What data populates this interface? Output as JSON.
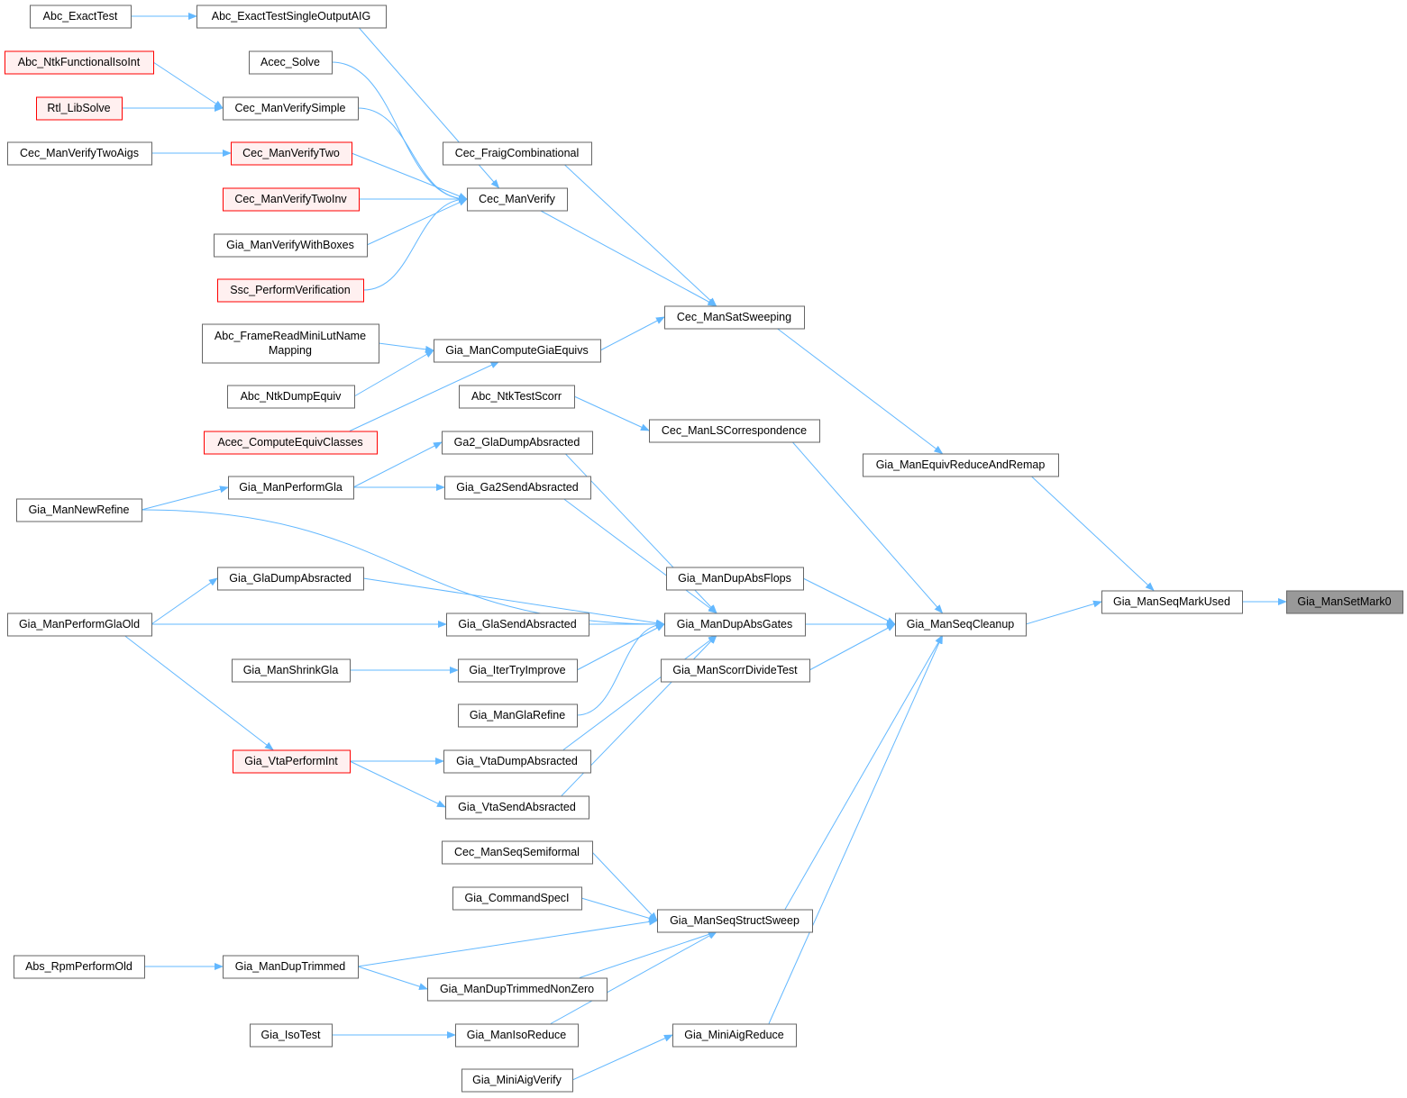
{
  "graph": {
    "title": "Gia_ManSetMark0 caller graph",
    "colors": {
      "edge": "#63b8ff",
      "node_border": "#666666",
      "truncated_border": "#ff0000",
      "truncated_fill": "#fff0f0",
      "focus_fill": "#999999"
    },
    "nodes": [
      {
        "id": "Abc_ExactTest",
        "lines": [
          "Abc_ExactTest"
        ],
        "style": "normal"
      },
      {
        "id": "Abc_ExactTestSingleOutputAIG",
        "lines": [
          "Abc_ExactTestSingleOutputAIG"
        ],
        "style": "normal"
      },
      {
        "id": "Abc_NtkFunctionalIsoInt",
        "lines": [
          "Abc_NtkFunctionalIsoInt"
        ],
        "style": "red"
      },
      {
        "id": "Acec_Solve",
        "lines": [
          "Acec_Solve"
        ],
        "style": "normal"
      },
      {
        "id": "Rtl_LibSolve",
        "lines": [
          "Rtl_LibSolve"
        ],
        "style": "red"
      },
      {
        "id": "Cec_ManVerifySimple",
        "lines": [
          "Cec_ManVerifySimple"
        ],
        "style": "normal"
      },
      {
        "id": "Cec_ManVerifyTwoAigs",
        "lines": [
          "Cec_ManVerifyTwoAigs"
        ],
        "style": "normal"
      },
      {
        "id": "Cec_ManVerifyTwo",
        "lines": [
          "Cec_ManVerifyTwo"
        ],
        "style": "red"
      },
      {
        "id": "Cec_FraigCombinational",
        "lines": [
          "Cec_FraigCombinational"
        ],
        "style": "normal"
      },
      {
        "id": "Cec_ManVerifyTwoInv",
        "lines": [
          "Cec_ManVerifyTwoInv"
        ],
        "style": "red"
      },
      {
        "id": "Cec_ManVerify",
        "lines": [
          "Cec_ManVerify"
        ],
        "style": "normal"
      },
      {
        "id": "Gia_ManVerifyWithBoxes",
        "lines": [
          "Gia_ManVerifyWithBoxes"
        ],
        "style": "normal"
      },
      {
        "id": "Ssc_PerformVerification",
        "lines": [
          "Ssc_PerformVerification"
        ],
        "style": "red"
      },
      {
        "id": "Cec_ManSatSweeping",
        "lines": [
          "Cec_ManSatSweeping"
        ],
        "style": "normal"
      },
      {
        "id": "Abc_FrameReadMiniLutNameMapping",
        "lines": [
          "Abc_FrameReadMiniLutName",
          "Mapping"
        ],
        "style": "normal"
      },
      {
        "id": "Gia_ManComputeGiaEquivs",
        "lines": [
          "Gia_ManComputeGiaEquivs"
        ],
        "style": "normal"
      },
      {
        "id": "Abc_NtkDumpEquiv",
        "lines": [
          "Abc_NtkDumpEquiv"
        ],
        "style": "normal"
      },
      {
        "id": "Abc_NtkTestScorr",
        "lines": [
          "Abc_NtkTestScorr"
        ],
        "style": "normal"
      },
      {
        "id": "Acec_ComputeEquivClasses",
        "lines": [
          "Acec_ComputeEquivClasses"
        ],
        "style": "red"
      },
      {
        "id": "Cec_ManLSCorrespondence",
        "lines": [
          "Cec_ManLSCorrespondence"
        ],
        "style": "normal"
      },
      {
        "id": "Ga2_GlaDumpAbsracted",
        "lines": [
          "Ga2_GlaDumpAbsracted"
        ],
        "style": "normal"
      },
      {
        "id": "Gia_ManEquivReduceAndRemap",
        "lines": [
          "Gia_ManEquivReduceAndRemap"
        ],
        "style": "normal"
      },
      {
        "id": "Gia_ManPerformGla",
        "lines": [
          "Gia_ManPerformGla"
        ],
        "style": "normal"
      },
      {
        "id": "Gia_Ga2SendAbsracted",
        "lines": [
          "Gia_Ga2SendAbsracted"
        ],
        "style": "normal"
      },
      {
        "id": "Gia_ManNewRefine",
        "lines": [
          "Gia_ManNewRefine"
        ],
        "style": "normal"
      },
      {
        "id": "Gia_ManDupAbsFlops",
        "lines": [
          "Gia_ManDupAbsFlops"
        ],
        "style": "normal"
      },
      {
        "id": "Gia_GlaDumpAbsracted",
        "lines": [
          "Gia_GlaDumpAbsracted"
        ],
        "style": "normal"
      },
      {
        "id": "Gia_ManSeqMarkUsed",
        "lines": [
          "Gia_ManSeqMarkUsed"
        ],
        "style": "normal"
      },
      {
        "id": "Gia_ManSetMark0",
        "lines": [
          "Gia_ManSetMark0"
        ],
        "style": "focus"
      },
      {
        "id": "Gia_ManPerformGlaOld",
        "lines": [
          "Gia_ManPerformGlaOld"
        ],
        "style": "normal"
      },
      {
        "id": "Gia_GlaSendAbsracted",
        "lines": [
          "Gia_GlaSendAbsracted"
        ],
        "style": "normal"
      },
      {
        "id": "Gia_ManDupAbsGates",
        "lines": [
          "Gia_ManDupAbsGates"
        ],
        "style": "normal"
      },
      {
        "id": "Gia_ManSeqCleanup",
        "lines": [
          "Gia_ManSeqCleanup"
        ],
        "style": "normal"
      },
      {
        "id": "Gia_ManShrinkGla",
        "lines": [
          "Gia_ManShrinkGla"
        ],
        "style": "normal"
      },
      {
        "id": "Gia_IterTryImprove",
        "lines": [
          "Gia_IterTryImprove"
        ],
        "style": "normal"
      },
      {
        "id": "Gia_ManScorrDivideTest",
        "lines": [
          "Gia_ManScorrDivideTest"
        ],
        "style": "normal"
      },
      {
        "id": "Gia_ManGlaRefine",
        "lines": [
          "Gia_ManGlaRefine"
        ],
        "style": "normal"
      },
      {
        "id": "Gia_VtaPerformInt",
        "lines": [
          "Gia_VtaPerformInt"
        ],
        "style": "red"
      },
      {
        "id": "Gia_VtaDumpAbsracted",
        "lines": [
          "Gia_VtaDumpAbsracted"
        ],
        "style": "normal"
      },
      {
        "id": "Gia_VtaSendAbsracted",
        "lines": [
          "Gia_VtaSendAbsracted"
        ],
        "style": "normal"
      },
      {
        "id": "Cec_ManSeqSemiformal",
        "lines": [
          "Cec_ManSeqSemiformal"
        ],
        "style": "normal"
      },
      {
        "id": "Gia_CommandSpecI",
        "lines": [
          "Gia_CommandSpecI"
        ],
        "style": "normal"
      },
      {
        "id": "Gia_ManSeqStructSweep",
        "lines": [
          "Gia_ManSeqStructSweep"
        ],
        "style": "normal"
      },
      {
        "id": "Abs_RpmPerformOld",
        "lines": [
          "Abs_RpmPerformOld"
        ],
        "style": "normal"
      },
      {
        "id": "Gia_ManDupTrimmed",
        "lines": [
          "Gia_ManDupTrimmed"
        ],
        "style": "normal"
      },
      {
        "id": "Gia_ManDupTrimmedNonZero",
        "lines": [
          "Gia_ManDupTrimmedNonZero"
        ],
        "style": "normal"
      },
      {
        "id": "Gia_IsoTest",
        "lines": [
          "Gia_IsoTest"
        ],
        "style": "normal"
      },
      {
        "id": "Gia_ManIsoReduce",
        "lines": [
          "Gia_ManIsoReduce"
        ],
        "style": "normal"
      },
      {
        "id": "Gia_MiniAigReduce",
        "lines": [
          "Gia_MiniAigReduce"
        ],
        "style": "normal"
      },
      {
        "id": "Gia_MiniAigVerify",
        "lines": [
          "Gia_MiniAigVerify"
        ],
        "style": "normal"
      }
    ],
    "edges": [
      [
        "Abc_ExactTest",
        "Abc_ExactTestSingleOutputAIG"
      ],
      [
        "Abc_ExactTestSingleOutputAIG",
        "Cec_ManVerify"
      ],
      [
        "Abc_NtkFunctionalIsoInt",
        "Cec_ManVerifySimple"
      ],
      [
        "Acec_Solve",
        "Cec_ManVerify"
      ],
      [
        "Rtl_LibSolve",
        "Cec_ManVerifySimple"
      ],
      [
        "Cec_ManVerifySimple",
        "Cec_ManVerify"
      ],
      [
        "Cec_ManVerifyTwoAigs",
        "Cec_ManVerifyTwo"
      ],
      [
        "Cec_ManVerifyTwo",
        "Cec_ManVerify"
      ],
      [
        "Cec_ManVerifyTwoInv",
        "Cec_ManVerify"
      ],
      [
        "Gia_ManVerifyWithBoxes",
        "Cec_ManVerify"
      ],
      [
        "Ssc_PerformVerification",
        "Cec_ManVerify"
      ],
      [
        "Cec_FraigCombinational",
        "Cec_ManSatSweeping"
      ],
      [
        "Cec_ManVerify",
        "Cec_ManSatSweeping"
      ],
      [
        "Abc_FrameReadMiniLutNameMapping",
        "Gia_ManComputeGiaEquivs"
      ],
      [
        "Abc_NtkDumpEquiv",
        "Gia_ManComputeGiaEquivs"
      ],
      [
        "Acec_ComputeEquivClasses",
        "Gia_ManComputeGiaEquivs"
      ],
      [
        "Gia_ManComputeGiaEquivs",
        "Cec_ManSatSweeping"
      ],
      [
        "Cec_ManSatSweeping",
        "Gia_ManEquivReduceAndRemap"
      ],
      [
        "Abc_NtkTestScorr",
        "Cec_ManLSCorrespondence"
      ],
      [
        "Cec_ManLSCorrespondence",
        "Gia_ManSeqCleanup"
      ],
      [
        "Gia_ManEquivReduceAndRemap",
        "Gia_ManSeqMarkUsed"
      ],
      [
        "Gia_ManPerformGla",
        "Ga2_GlaDumpAbsracted"
      ],
      [
        "Gia_ManPerformGla",
        "Gia_Ga2SendAbsracted"
      ],
      [
        "Gia_ManNewRefine",
        "Gia_ManPerformGla"
      ],
      [
        "Ga2_GlaDumpAbsracted",
        "Gia_ManDupAbsGates"
      ],
      [
        "Gia_Ga2SendAbsracted",
        "Gia_ManDupAbsGates"
      ],
      [
        "Gia_ManNewRefine",
        "Gia_ManDupAbsGates"
      ],
      [
        "Gia_GlaDumpAbsracted",
        "Gia_ManDupAbsGates"
      ],
      [
        "Gia_ManPerformGlaOld",
        "Gia_GlaDumpAbsracted"
      ],
      [
        "Gia_ManPerformGlaOld",
        "Gia_GlaSendAbsracted"
      ],
      [
        "Gia_ManPerformGlaOld",
        "Gia_VtaPerformInt"
      ],
      [
        "Gia_GlaSendAbsracted",
        "Gia_ManDupAbsGates"
      ],
      [
        "Gia_ManShrinkGla",
        "Gia_IterTryImprove"
      ],
      [
        "Gia_IterTryImprove",
        "Gia_ManDupAbsGates"
      ],
      [
        "Gia_ManGlaRefine",
        "Gia_ManDupAbsGates"
      ],
      [
        "Gia_VtaPerformInt",
        "Gia_VtaDumpAbsracted"
      ],
      [
        "Gia_VtaPerformInt",
        "Gia_VtaSendAbsracted"
      ],
      [
        "Gia_VtaDumpAbsracted",
        "Gia_ManDupAbsGates"
      ],
      [
        "Gia_VtaSendAbsracted",
        "Gia_ManDupAbsGates"
      ],
      [
        "Gia_ManDupAbsFlops",
        "Gia_ManSeqCleanup"
      ],
      [
        "Gia_ManDupAbsGates",
        "Gia_ManSeqCleanup"
      ],
      [
        "Gia_ManScorrDivideTest",
        "Gia_ManSeqCleanup"
      ],
      [
        "Gia_ManSeqStructSweep",
        "Gia_ManSeqCleanup"
      ],
      [
        "Gia_MiniAigReduce",
        "Gia_ManSeqCleanup"
      ],
      [
        "Gia_ManSeqCleanup",
        "Gia_ManSeqMarkUsed"
      ],
      [
        "Gia_ManSeqMarkUsed",
        "Gia_ManSetMark0"
      ],
      [
        "Cec_ManSeqSemiformal",
        "Gia_ManSeqStructSweep"
      ],
      [
        "Gia_CommandSpecI",
        "Gia_ManSeqStructSweep"
      ],
      [
        "Gia_ManDupTrimmed",
        "Gia_ManSeqStructSweep"
      ],
      [
        "Gia_ManDupTrimmedNonZero",
        "Gia_ManSeqStructSweep"
      ],
      [
        "Gia_ManIsoReduce",
        "Gia_ManSeqStructSweep"
      ],
      [
        "Abs_RpmPerformOld",
        "Gia_ManDupTrimmed"
      ],
      [
        "Gia_ManDupTrimmed",
        "Gia_ManDupTrimmedNonZero"
      ],
      [
        "Gia_IsoTest",
        "Gia_ManIsoReduce"
      ],
      [
        "Gia_MiniAigVerify",
        "Gia_MiniAigReduce"
      ]
    ]
  }
}
